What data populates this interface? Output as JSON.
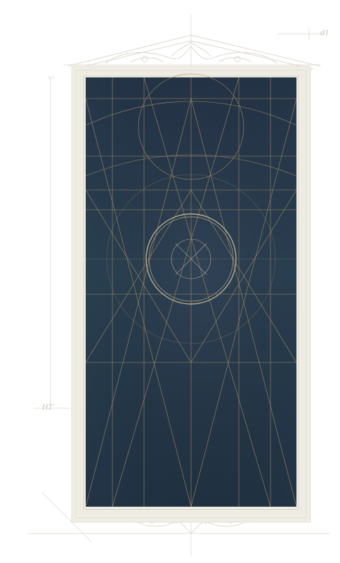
{
  "artwork": {
    "type": "framed architectural drawing",
    "panel_colors": {
      "top": "#25364a",
      "middle": "#2c4456",
      "bottom": "#213344",
      "line": "#a08a63",
      "ring": "#b7ab8c",
      "frame": "#efede4",
      "sketch": "#d9d6cb"
    }
  },
  "annotations": {
    "top_right": "d1",
    "left_dimension": "H1"
  }
}
